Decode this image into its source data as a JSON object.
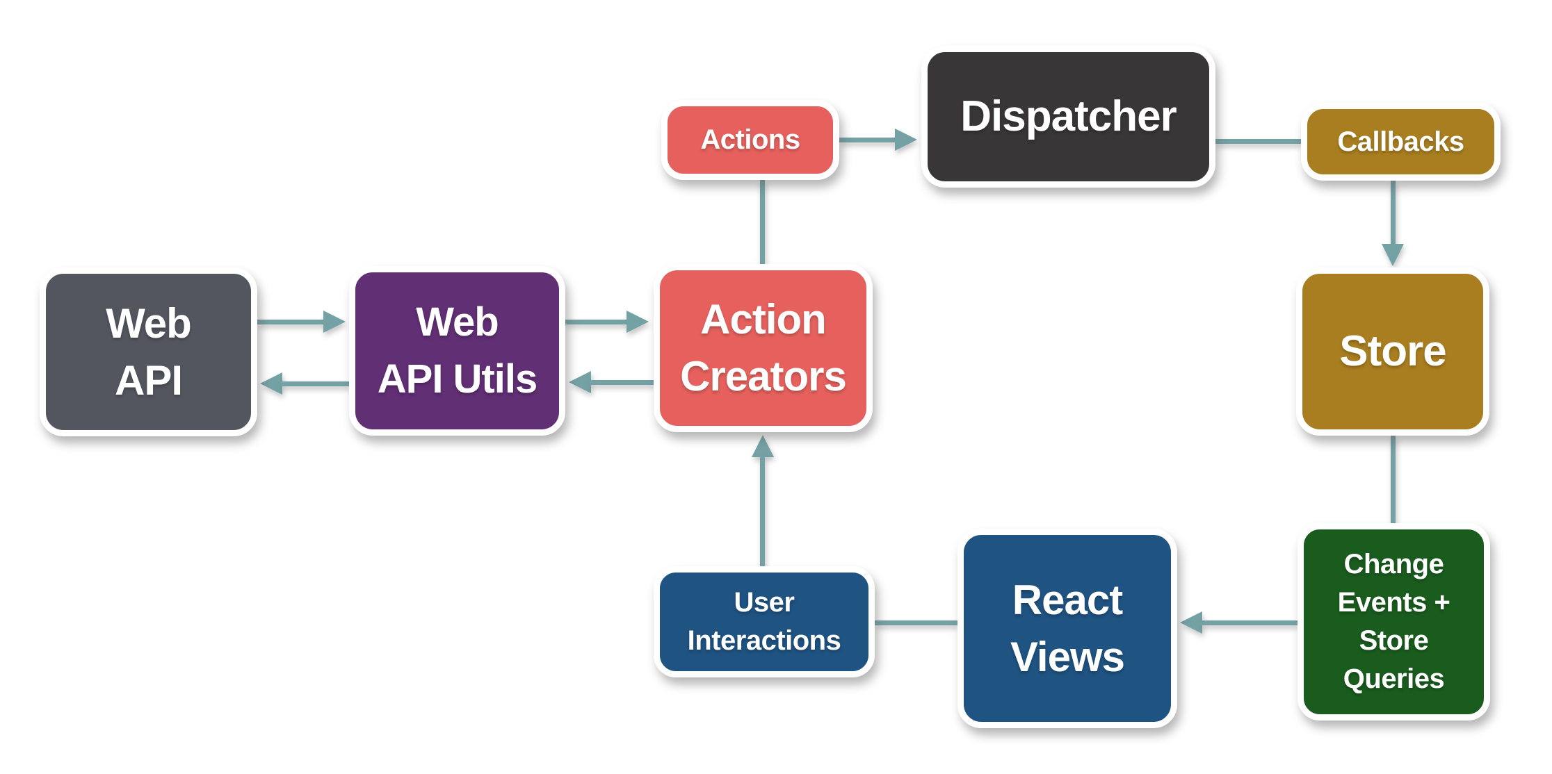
{
  "diagram": {
    "background_color": "#ffffff",
    "arrow_color": "#74a1a4",
    "text_color": "#ffffff",
    "nodes": [
      {
        "id": "web-api",
        "label": "Web API",
        "lines": [
          "Web",
          "API"
        ],
        "color": "#53565f"
      },
      {
        "id": "web-api-utils",
        "label": "Web API Utils",
        "lines": [
          "Web",
          "API Utils"
        ],
        "color": "#612f74"
      },
      {
        "id": "actions",
        "label": "Actions",
        "lines": [
          "Actions"
        ],
        "color": "#e6615d"
      },
      {
        "id": "action-creators",
        "label": "Action Creators",
        "lines": [
          "Action",
          "Creators"
        ],
        "color": "#e6615d"
      },
      {
        "id": "dispatcher",
        "label": "Dispatcher",
        "lines": [
          "Dispatcher"
        ],
        "color": "#393637"
      },
      {
        "id": "callbacks",
        "label": "Callbacks",
        "lines": [
          "Callbacks"
        ],
        "color": "#a97e20"
      },
      {
        "id": "store",
        "label": "Store",
        "lines": [
          "Store"
        ],
        "color": "#a97e20"
      },
      {
        "id": "change-events",
        "label": "Change Events + Store Queries",
        "lines": [
          "Change",
          "Events +",
          "Store",
          "Queries"
        ],
        "color": "#1a5c1e"
      },
      {
        "id": "react-views",
        "label": "React Views",
        "lines": [
          "React",
          "Views"
        ],
        "color": "#1f5382"
      },
      {
        "id": "user-interactions",
        "label": "User Interactions",
        "lines": [
          "User",
          "Interactions"
        ],
        "color": "#1f5382"
      }
    ],
    "edges": [
      {
        "from": "web-api",
        "to": "web-api-utils",
        "arrowhead": true,
        "direction": "right"
      },
      {
        "from": "web-api-utils",
        "to": "web-api",
        "arrowhead": true,
        "direction": "left"
      },
      {
        "from": "web-api-utils",
        "to": "action-creators",
        "arrowhead": true,
        "direction": "right"
      },
      {
        "from": "action-creators",
        "to": "web-api-utils",
        "arrowhead": true,
        "direction": "left"
      },
      {
        "from": "action-creators",
        "to": "actions",
        "arrowhead": false,
        "direction": "up"
      },
      {
        "from": "actions",
        "to": "dispatcher",
        "arrowhead": true,
        "direction": "right"
      },
      {
        "from": "dispatcher",
        "to": "callbacks",
        "arrowhead": false,
        "direction": "right"
      },
      {
        "from": "callbacks",
        "to": "store",
        "arrowhead": true,
        "direction": "down"
      },
      {
        "from": "store",
        "to": "change-events",
        "arrowhead": false,
        "direction": "down"
      },
      {
        "from": "change-events",
        "to": "react-views",
        "arrowhead": true,
        "direction": "left"
      },
      {
        "from": "react-views",
        "to": "user-interactions",
        "arrowhead": false,
        "direction": "left"
      },
      {
        "from": "user-interactions",
        "to": "action-creators",
        "arrowhead": true,
        "direction": "up"
      }
    ]
  }
}
